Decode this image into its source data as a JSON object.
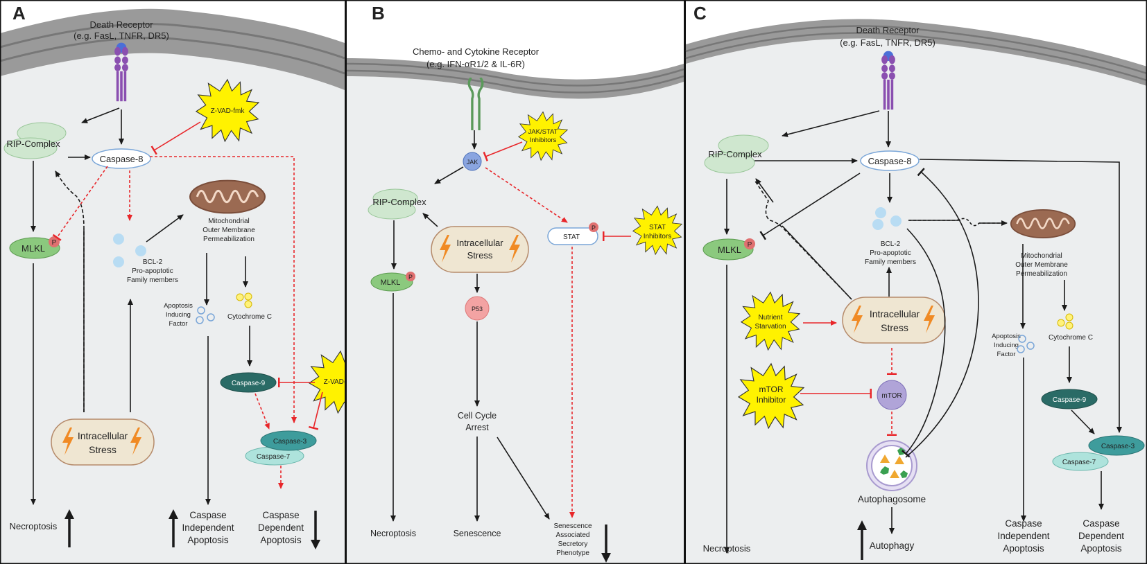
{
  "panels": {
    "a": {
      "letter": "A",
      "receptor_line1": "Death Receptor",
      "receptor_line2": "(e.g. FasL, TNFR, DR5)",
      "rip_complex": "RIP-Complex",
      "caspase8": "Caspase-8",
      "zvad_top": "Z-VAD-fmk",
      "zvad_bottom": "Z-VAD-fmk",
      "mlkl": "MLKL",
      "phospho": "P",
      "mito_line1": "Mitochondrial",
      "mito_line2": "Outer Membrane",
      "mito_line3": "Permeabilization",
      "bcl2_line1": "BCL-2",
      "bcl2_line2": "Pro-apoptotic",
      "bcl2_line3": "Family members",
      "aif_line1": "Apoptosis",
      "aif_line2": "Inducing",
      "aif_line3": "Factor",
      "cytc": "Cytochrome C",
      "caspase9": "Caspase-9",
      "caspase3": "Caspase-3",
      "caspase7": "Caspase-7",
      "stress_line1": "Intracellular",
      "stress_line2": "Stress",
      "necroptosis": "Necroptosis",
      "ci_line1": "Caspase",
      "ci_line2": "Independent",
      "ci_line3": "Apoptosis",
      "cd_line1": "Caspase",
      "cd_line2": "Dependent",
      "cd_line3": "Apoptosis"
    },
    "b": {
      "letter": "B",
      "receptor_line1": "Chemo- and Cytokine Receptor",
      "receptor_line2": "(e.g. IFN-αR1/2 & IL-6R)",
      "jak": "JAK",
      "jakstat_line1": "JAK/STAT",
      "jakstat_line2": "Inhibitors",
      "rip_complex": "RIP-Complex",
      "stat": "STAT",
      "stat_inh_line1": "STAT",
      "stat_inh_line2": "Inhibitors",
      "stress_line1": "Intracellular",
      "stress_line2": "Stress",
      "mlkl": "MLKL",
      "phospho": "P",
      "p53": "P53",
      "arrest_line1": "Cell Cycle",
      "arrest_line2": "Arrest",
      "necroptosis": "Necroptosis",
      "senescence": "Senescence",
      "sasp_line1": "Senescence",
      "sasp_line2": "Associated",
      "sasp_line3": "Secretory",
      "sasp_line4": "Phenotype"
    },
    "c": {
      "letter": "C",
      "receptor_line1": "Death Receptor",
      "receptor_line2": "(e.g. FasL, TNFR, DR5)",
      "rip_complex": "RIP-Complex",
      "caspase8": "Caspase-8",
      "mlkl": "MLKL",
      "phospho": "P",
      "bcl2_line1": "BCL-2",
      "bcl2_line2": "Pro-apoptotic",
      "bcl2_line3": "Family members",
      "mito_line1": "Mitochondrial",
      "mito_line2": "Outer Membrane",
      "mito_line3": "Permeabilization",
      "nutrient_line1": "Nutrient",
      "nutrient_line2": "Starvation",
      "stress_line1": "Intracellular",
      "stress_line2": "Stress",
      "mtor_inh_line1": "mTOR",
      "mtor_inh_line2": "Inhibitor",
      "mtor": "mTOR",
      "autophagosome": "Autophagosome",
      "aif_line1": "Apoptosis",
      "aif_line2": "Inducing",
      "aif_line3": "Factor",
      "cytc": "Cytochrome C",
      "caspase9": "Caspase-9",
      "caspase3": "Caspase-3",
      "caspase7": "Caspase-7",
      "necroptosis": "Necroptosis",
      "autophagy": "Autophagy",
      "ci_line1": "Caspase",
      "ci_line2": "Independent",
      "ci_line3": "Apoptosis",
      "cd_line1": "Caspase",
      "cd_line2": "Dependent",
      "cd_line3": "Apoptosis"
    }
  },
  "colors": {
    "cytoplasm": "#eceeef",
    "membrane": "#9a9a9a",
    "inhibition": "#e8262a",
    "arrow": "#1a1a1a",
    "burst": "#fff200",
    "mlkl": "#8bc97e",
    "rip": "#cfe7cf",
    "caspase3": "#3e9c9c",
    "caspase7": "#aee3dc",
    "caspase9": "#2a6b66",
    "mito": "#9b6a52",
    "lightning": "#f08a24"
  }
}
